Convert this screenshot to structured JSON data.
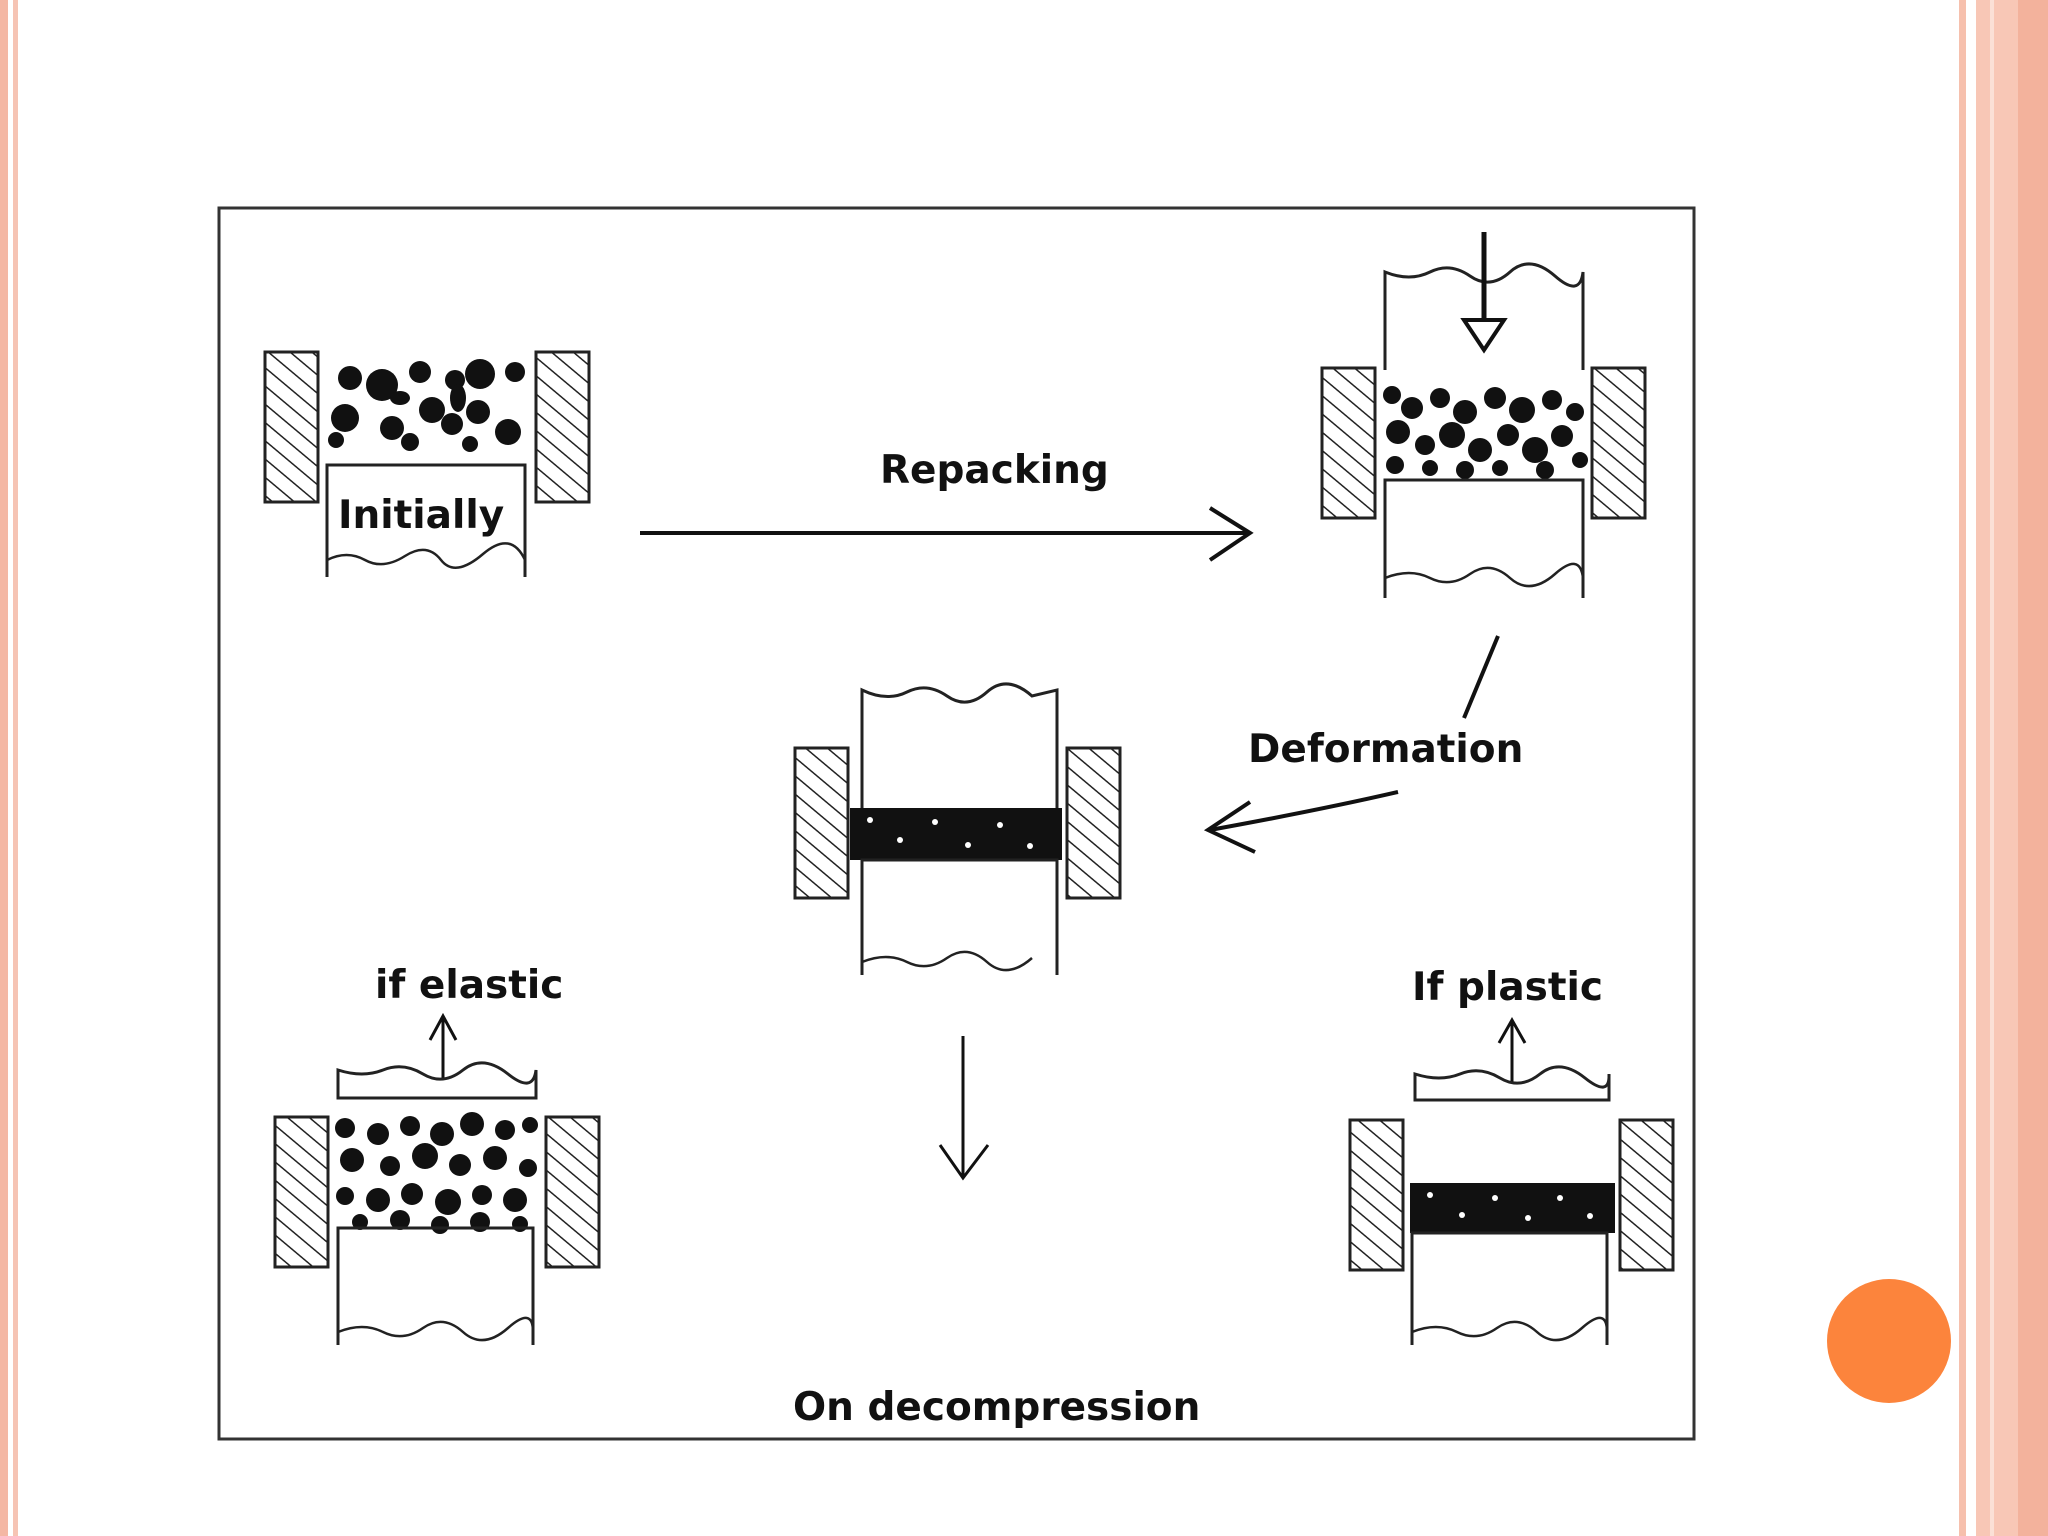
{
  "diagram": {
    "labels": {
      "initially": "Initially",
      "repacking": "Repacking",
      "deformation": "Deformation",
      "if_elastic": "if elastic",
      "if_plastic": "If plastic",
      "on_decompression": "On decompression"
    }
  },
  "theme": {
    "border_color": "#f4b7a4",
    "accent_dot_color": "#fc843c",
    "ink_color": "#111111"
  }
}
